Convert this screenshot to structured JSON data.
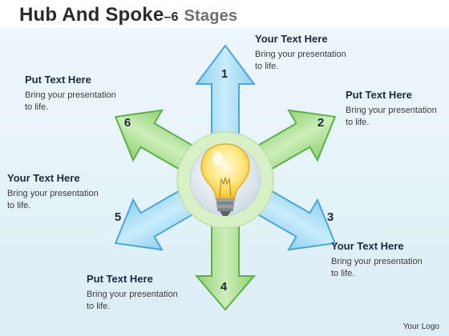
{
  "title": {
    "main": "Hub And Spoke",
    "separator": "–",
    "number": "6",
    "suffix": "Stages"
  },
  "hub": {
    "icon": "lightbulb-icon"
  },
  "spokes": [
    {
      "number": "1",
      "heading": "Your Text Here",
      "desc_line1": "Bring your presentation",
      "desc_line2": "to life.",
      "color": "blue"
    },
    {
      "number": "2",
      "heading": "Put Text Here",
      "desc_line1": "Bring your presentation",
      "desc_line2": "to life.",
      "color": "green"
    },
    {
      "number": "3",
      "heading": "Your Text Here",
      "desc_line1": "Bring your presentation",
      "desc_line2": "to life.",
      "color": "blue"
    },
    {
      "number": "4",
      "heading": "Put Text Here",
      "desc_line1": "Bring your presentation",
      "desc_line2": "to life.",
      "color": "green"
    },
    {
      "number": "5",
      "heading": "Your Text Here",
      "desc_line1": "Bring your presentation",
      "desc_line2": "to life.",
      "color": "blue"
    },
    {
      "number": "6",
      "heading": "Put Text Here",
      "desc_line1": "Bring your presentation",
      "desc_line2": "to life.",
      "color": "green"
    }
  ],
  "colors": {
    "blue_fill": "#a9dcf3",
    "blue_stroke": "#4aa8d8",
    "green_fill": "#a8dd92",
    "green_stroke": "#5fb048",
    "ring": "#d9efc6",
    "hub": "#e3ebef"
  },
  "logo": "Your Logo"
}
